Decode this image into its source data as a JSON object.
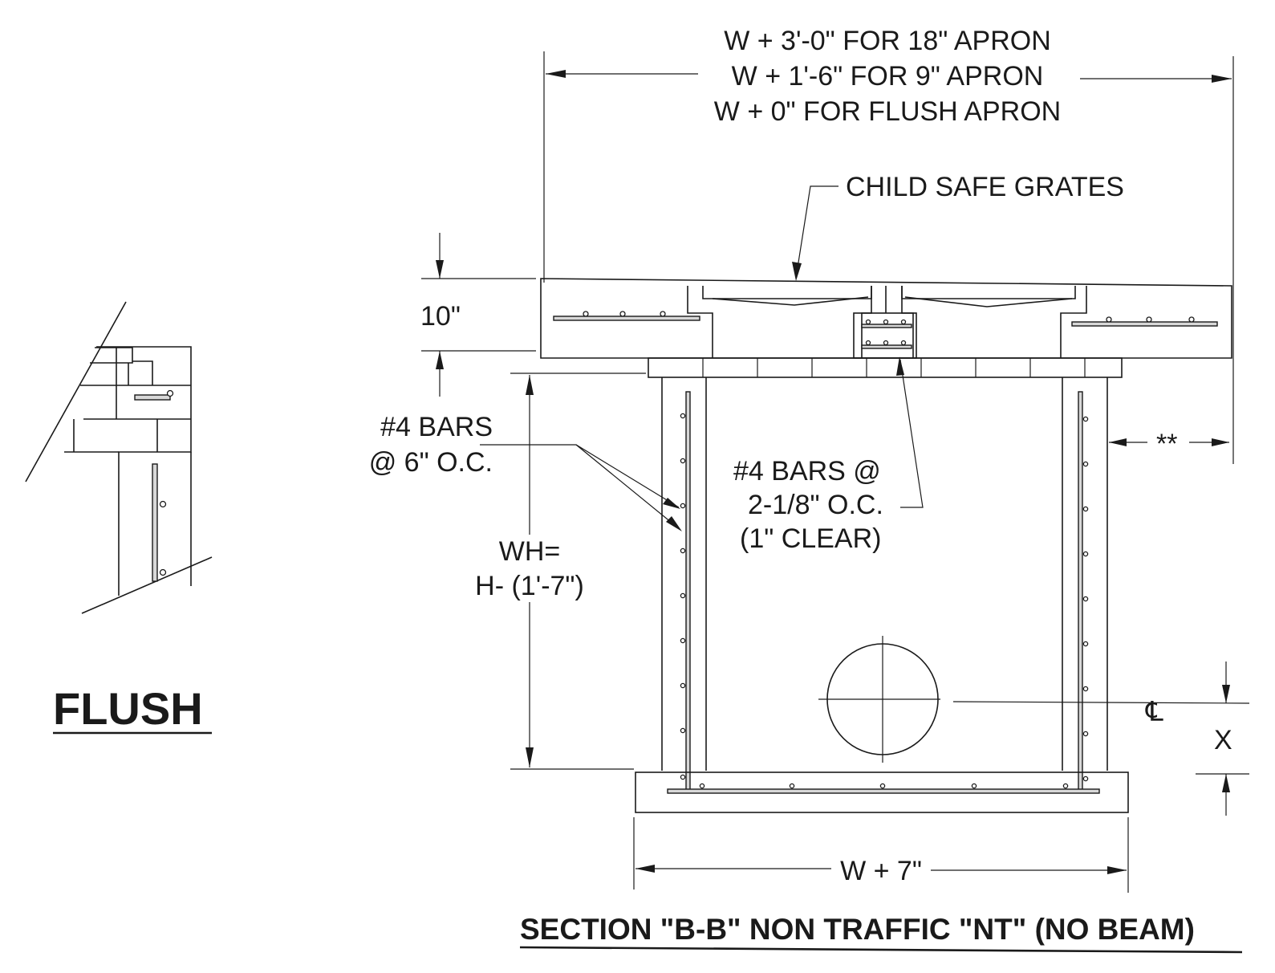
{
  "labels": {
    "apron_line_1": "W + 3'-0\" FOR 18\" APRON",
    "apron_line_2": "W + 1'-6\" FOR 9\" APRON",
    "apron_line_3": "W + 0\" FOR FLUSH APRON",
    "grates": "CHILD SAFE GRATES",
    "slab_thickness": "10\"",
    "wall_bars_line_1": "#4 BARS",
    "wall_bars_line_2": "@ 6\" O.C.",
    "top_bars_line_1": "#4 BARS @",
    "top_bars_line_2": "2-1/8\" O.C.",
    "top_bars_line_3": "(1\" CLEAR)",
    "wall_height_line_1": "WH=",
    "wall_height_line_2": "H- (1'-7\")",
    "double_star": "**",
    "centerline": "℄",
    "x_dim": "X",
    "base_width": "W + 7\"",
    "flush_title": "FLUSH",
    "section_title": "SECTION \"B-B\" NON TRAFFIC \"NT\" (NO BEAM)"
  },
  "colors": {
    "line": "#1a1a1a",
    "background": "#ffffff",
    "rebar_fill": "#d8d8d8"
  }
}
